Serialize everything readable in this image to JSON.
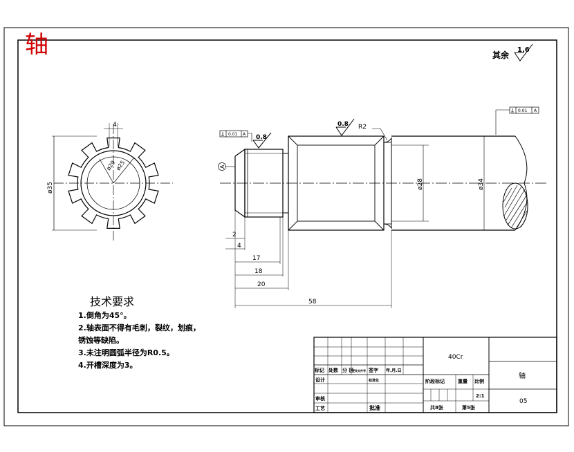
{
  "sheet_title": "轴",
  "surface_finish": {
    "rest_label": "其余",
    "rest_value": "1.6",
    "chamfer_value": "0.8",
    "body_value": "0.8"
  },
  "tolerances": {
    "left": "0.01",
    "left_datum": "A",
    "right": "0.01",
    "right_datum": "A",
    "datum_label": "A"
  },
  "dims": {
    "width_4_top": "4",
    "outer_dia": "ø35",
    "inner_dia": "ø29",
    "inner2_dia": "ø25",
    "shoulder_dia": "ø28",
    "shaft_dia": "ø34",
    "radius": "R2",
    "d2": "2",
    "d4": "4",
    "d17": "17",
    "d18": "18",
    "d20": "20",
    "d58": "58"
  },
  "tech": {
    "heading": "技术要求",
    "items": [
      "1.倒角为45°。",
      "2.轴表面不得有毛刺，裂纹，划痕，",
      "锈蚀等缺陷。",
      "3.未注明圆弧半径为R0.5。",
      "4.开槽深度为3。"
    ]
  },
  "titleblock": {
    "material": "40Cr",
    "part_name": "轴",
    "drawing_no": "05",
    "row_headers": [
      "标记",
      "处数",
      "分 区",
      "更改文件号",
      "签字",
      "年.月.日"
    ],
    "design": "设计",
    "standard": "标准化",
    "review": "审核",
    "process": "工艺",
    "approve": "批准",
    "stage_mark": "阶段标记",
    "weight": "重量",
    "scale_label": "比例",
    "scale": "2:1",
    "sheets_total": "共8张",
    "sheet_no": "第5张"
  }
}
